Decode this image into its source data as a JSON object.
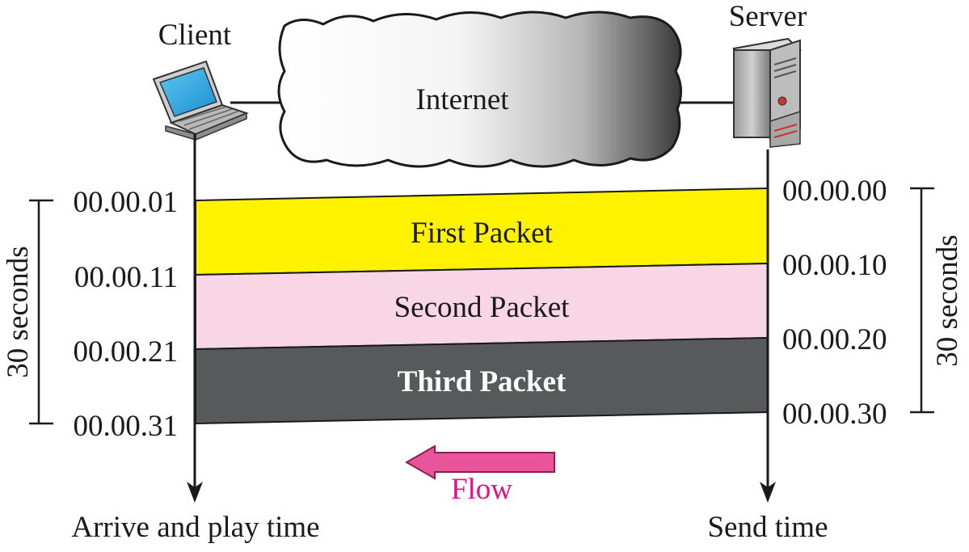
{
  "client_label": "Client",
  "server_label": "Server",
  "network_label": "Internet",
  "client_times": [
    "00.00.01",
    "00.00.11",
    "00.00.21",
    "00.00.31"
  ],
  "server_times": [
    "00.00.00",
    "00.00.10",
    "00.00.20",
    "00.00.30"
  ],
  "duration_left": "30 seconds",
  "duration_right": "30 seconds",
  "packets": [
    {
      "label": "First Packet",
      "color": "#fff200",
      "text_color": "#1a1a1a",
      "bold": false
    },
    {
      "label": "Second Packet",
      "color": "#f8d6e6",
      "text_color": "#1a1a1a",
      "bold": false
    },
    {
      "label": "Third Packet",
      "color": "#58595b",
      "text_color": "#ffffff",
      "bold": true
    }
  ],
  "flow_label": "Flow",
  "flow_color": "#e8559b",
  "client_axis_label": "Arrive and play time",
  "server_axis_label": "Send time"
}
